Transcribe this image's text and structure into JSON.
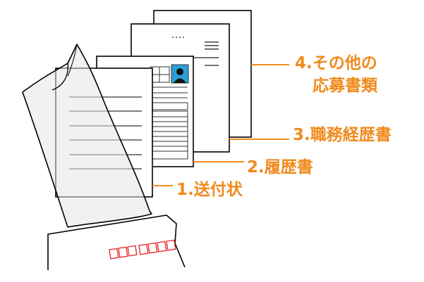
{
  "colors": {
    "accent_orange": "#f08a1c",
    "outline": "#000000",
    "stamp_red": "#e8232a",
    "photo_blue": "#2a9fd8",
    "background": "#ffffff"
  },
  "labels": {
    "other_documents_line1": "4.その他の",
    "other_documents_line2": "応募書類",
    "work_history": "3.職務経歴書",
    "resume": "2.履歴書",
    "cover_letter": "1.送付状"
  },
  "icons": {
    "envelope": "envelope-icon",
    "clear_file": "clear-file-folder-icon",
    "photo": "id-photo-icon",
    "stamp": "red-postal-code-boxes"
  }
}
